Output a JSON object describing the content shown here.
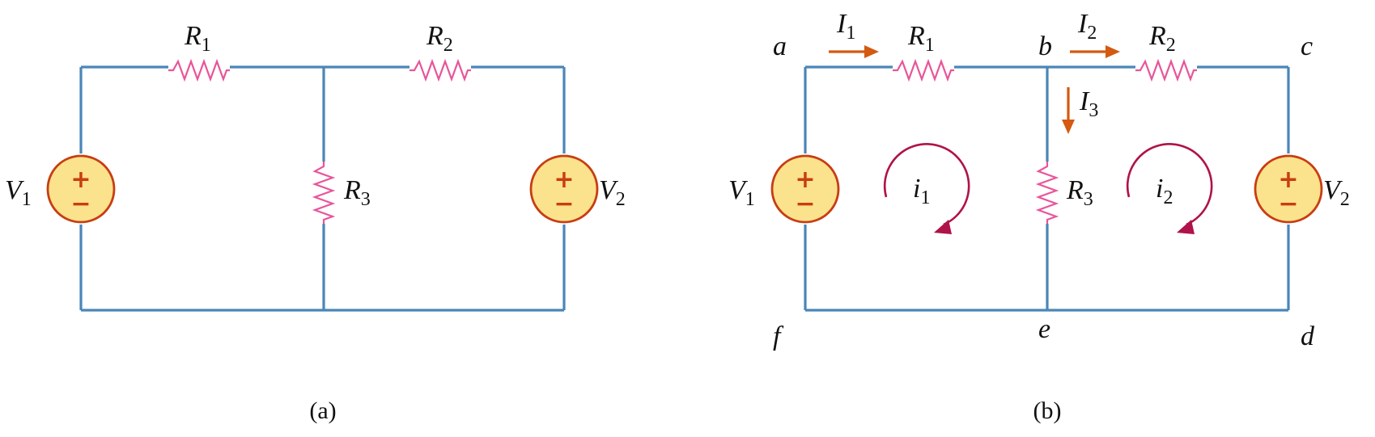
{
  "figure_a": {
    "caption": "(a)",
    "resistor_1": {
      "main": "R",
      "sub": "1"
    },
    "resistor_2": {
      "main": "R",
      "sub": "2"
    },
    "resistor_3": {
      "main": "R",
      "sub": "3"
    },
    "source_1": {
      "main": "V",
      "sub": "1",
      "plus": "+",
      "minus": "−"
    },
    "source_2": {
      "main": "V",
      "sub": "2",
      "plus": "+",
      "minus": "−"
    }
  },
  "figure_b": {
    "caption": "(b)",
    "resistor_1": {
      "main": "R",
      "sub": "1"
    },
    "resistor_2": {
      "main": "R",
      "sub": "2"
    },
    "resistor_3": {
      "main": "R",
      "sub": "3"
    },
    "source_1": {
      "main": "V",
      "sub": "1",
      "plus": "+",
      "minus": "−"
    },
    "source_2": {
      "main": "V",
      "sub": "2",
      "plus": "+",
      "minus": "−"
    },
    "nodes": {
      "a": "a",
      "b": "b",
      "c": "c",
      "d": "d",
      "e": "e",
      "f": "f"
    },
    "current_1": {
      "main": "I",
      "sub": "1"
    },
    "current_2": {
      "main": "I",
      "sub": "2"
    },
    "current_3": {
      "main": "I",
      "sub": "3"
    },
    "mesh_1": {
      "main": "i",
      "sub": "1"
    },
    "mesh_2": {
      "main": "i",
      "sub": "2"
    }
  },
  "colors": {
    "wire": "#4a86b8",
    "resistor": "#e8559a",
    "source_fill": "#fbe28c",
    "source_outline": "#c83d12",
    "branch_current_arrow": "#d35a10",
    "mesh_current_arrow": "#b0124a"
  }
}
